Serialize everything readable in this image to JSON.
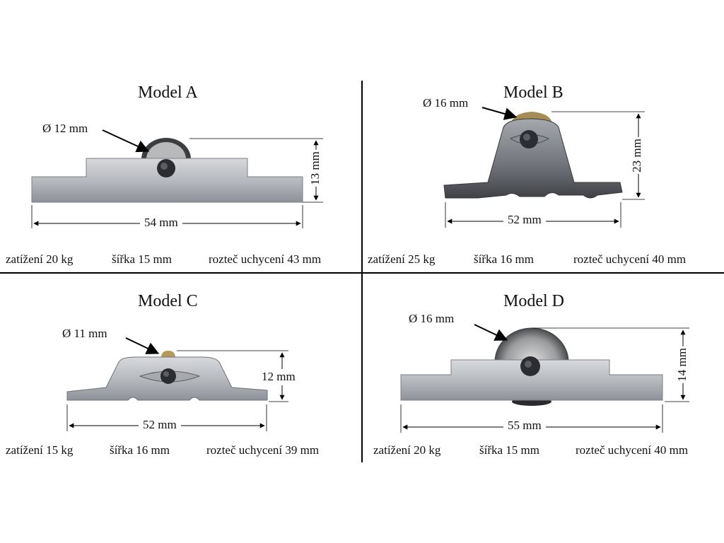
{
  "colors": {
    "metal_light": "#c9cbcf",
    "metal_mid": "#a9acb2",
    "metal_dark": "#6f7278",
    "brass": "#b59a5a",
    "axle": "#2b2d31",
    "line": "#000000"
  },
  "models": [
    {
      "title": "Model A",
      "diameter": "Ø 12 mm",
      "height": "13 mm",
      "length": "54 mm",
      "load": "zatížení 20 kg",
      "width": "šířka 15 mm",
      "spacing": "rozteč uchycení  43 mm"
    },
    {
      "title": "Model B",
      "diameter": "Ø 16 mm",
      "height": "23 mm",
      "length": "52 mm",
      "load": "zatížení 25 kg",
      "width": "šířka 16 mm",
      "spacing": "rozteč uchycení 40 mm"
    },
    {
      "title": "Model C",
      "diameter": "Ø 11 mm",
      "height": "12 mm",
      "length": "52 mm",
      "load": "zatížení 15 kg",
      "width": "šířka 16 mm",
      "spacing": "rozteč uchycení  39 mm"
    },
    {
      "title": "Model D",
      "diameter": "Ø 16 mm",
      "height": "14 mm",
      "length": "55 mm",
      "load": "zatížení 20 kg",
      "width": "šířka 15 mm",
      "spacing": "rozteč uchycení 40 mm"
    }
  ]
}
